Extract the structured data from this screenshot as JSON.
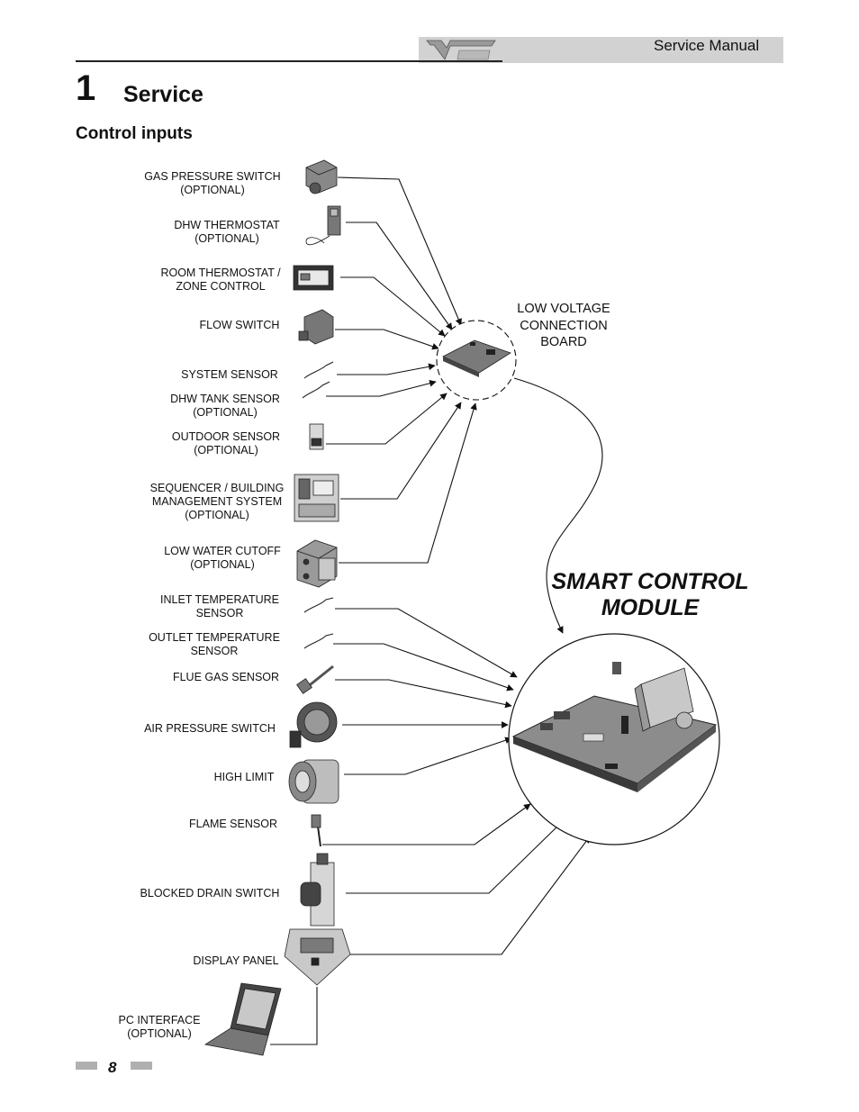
{
  "header": {
    "manual_title": "Service Manual"
  },
  "section": {
    "number": "1",
    "title": "Service",
    "subtitle": "Control inputs"
  },
  "diagram": {
    "board_label": [
      "LOW VOLTAGE",
      "CONNECTION",
      "BOARD"
    ],
    "module_label": [
      "SMART CONTROL",
      "MODULE"
    ],
    "inputs": [
      {
        "lines": [
          "GAS PRESSURE SWITCH",
          "(OPTIONAL)"
        ]
      },
      {
        "lines": [
          "DHW THERMOSTAT",
          "(OPTIONAL)"
        ]
      },
      {
        "lines": [
          "ROOM THERMOSTAT /",
          "ZONE CONTROL"
        ]
      },
      {
        "lines": [
          "FLOW SWITCH"
        ]
      },
      {
        "lines": [
          "SYSTEM SENSOR"
        ]
      },
      {
        "lines": [
          "DHW TANK SENSOR",
          "(OPTIONAL)"
        ]
      },
      {
        "lines": [
          "OUTDOOR SENSOR",
          "(OPTIONAL)"
        ]
      },
      {
        "lines": [
          "SEQUENCER / BUILDING",
          "MANAGEMENT SYSTEM",
          "(OPTIONAL)"
        ]
      },
      {
        "lines": [
          "LOW WATER CUTOFF",
          "(OPTIONAL)"
        ]
      },
      {
        "lines": [
          "INLET TEMPERATURE",
          "SENSOR"
        ]
      },
      {
        "lines": [
          "OUTLET TEMPERATURE",
          "SENSOR"
        ]
      },
      {
        "lines": [
          "FLUE GAS SENSOR"
        ]
      },
      {
        "lines": [
          "AIR PRESSURE SWITCH"
        ]
      },
      {
        "lines": [
          "HIGH LIMIT"
        ]
      },
      {
        "lines": [
          "FLAME SENSOR"
        ]
      },
      {
        "lines": [
          "BLOCKED DRAIN SWITCH"
        ]
      },
      {
        "lines": [
          "DISPLAY PANEL"
        ]
      },
      {
        "lines": [
          "PC INTERFACE",
          "(OPTIONAL)"
        ]
      }
    ]
  },
  "footer": {
    "page_number": "8"
  }
}
